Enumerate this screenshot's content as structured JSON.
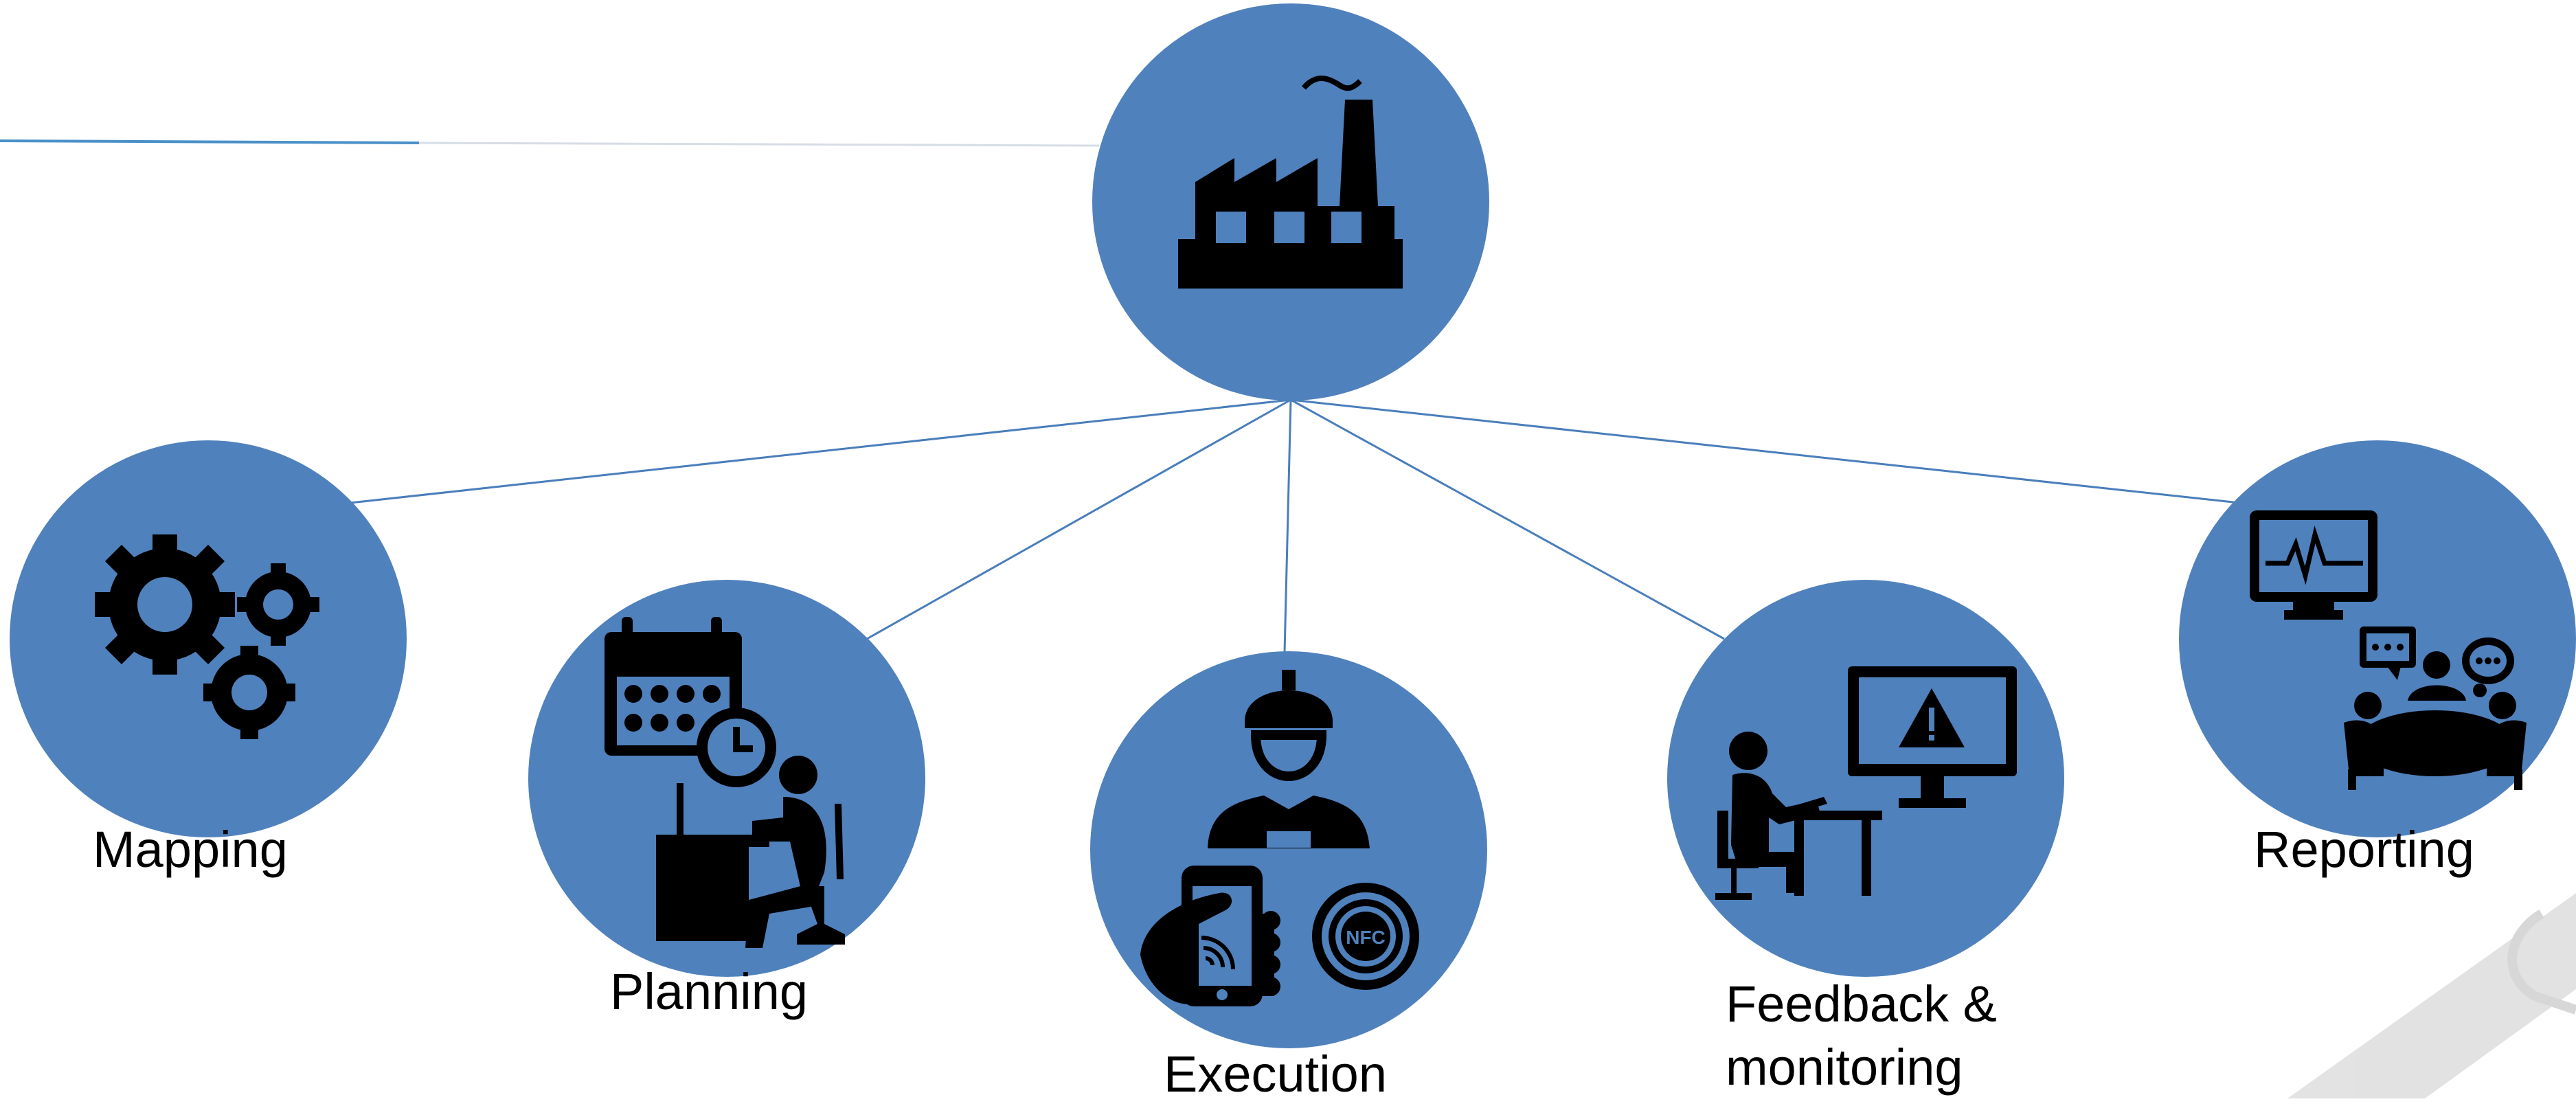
{
  "diagram": {
    "colors": {
      "node_fill": "#4f81bd",
      "connector": "#4a7ebb",
      "icon": "#000000",
      "background": "#ffffff",
      "watermark": "#c8c8c8"
    },
    "root": {
      "icon": "factory-icon"
    },
    "children": [
      {
        "label": "Mapping",
        "icon": "gears-icon"
      },
      {
        "label": "Planning",
        "icon": "planner-at-desk-icon"
      },
      {
        "label": "Execution",
        "icon": "worker-with-nfc-phone-icon"
      },
      {
        "label": "Feedback &\nmonitoring",
        "icon": "monitor-warning-icon"
      },
      {
        "label": "Reporting",
        "icon": "meeting-report-icon"
      }
    ]
  }
}
